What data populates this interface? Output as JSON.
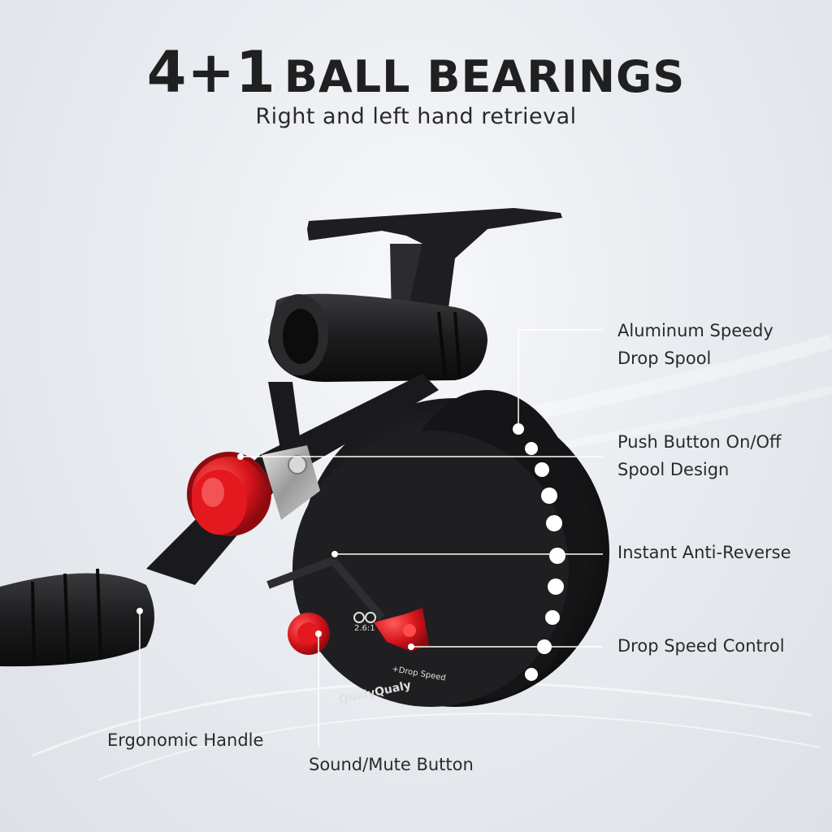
{
  "headline": {
    "count": "4+1",
    "text": "BALL BEARINGS"
  },
  "subheadline": "Right and left hand retrieval",
  "callouts": {
    "spool": {
      "line1": "Aluminum Speedy",
      "line2": "Drop Spool"
    },
    "push_button": {
      "line1": "Push Button On/Off",
      "line2": "Spool Design"
    },
    "anti_reverse": "Instant Anti-Reverse",
    "drop_speed": "Drop Speed Control",
    "handle": "Ergonomic Handle",
    "sound_mute": "Sound/Mute Button"
  },
  "reel_markings": {
    "brand": "QualyQualy",
    "ratio": "2.6:1",
    "drop_speed": "+Drop Speed"
  },
  "colors": {
    "accent_red": "#d6141b",
    "reel_black": "#1c1c1e",
    "text": "#2a2a2a"
  }
}
